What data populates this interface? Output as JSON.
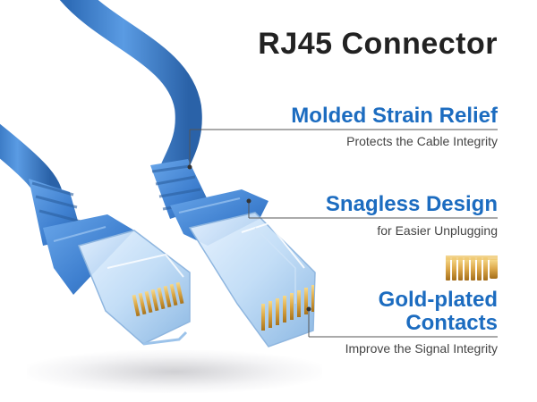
{
  "title": "RJ45 Connector",
  "colors": {
    "accent": "#1c6cc0",
    "cable": "#4d8fd8",
    "gold": "#d9a441"
  },
  "features": [
    {
      "title": "Molded Strain Relief",
      "subtitle": "Protects the Cable Integrity"
    },
    {
      "title": "Snagless Design",
      "subtitle": "for Easier Unplugging"
    },
    {
      "title_line1": "Gold-plated",
      "title_line2": "Contacts",
      "subtitle": "Improve the Signal Integrity",
      "icon": "gold-contacts-icon"
    }
  ]
}
